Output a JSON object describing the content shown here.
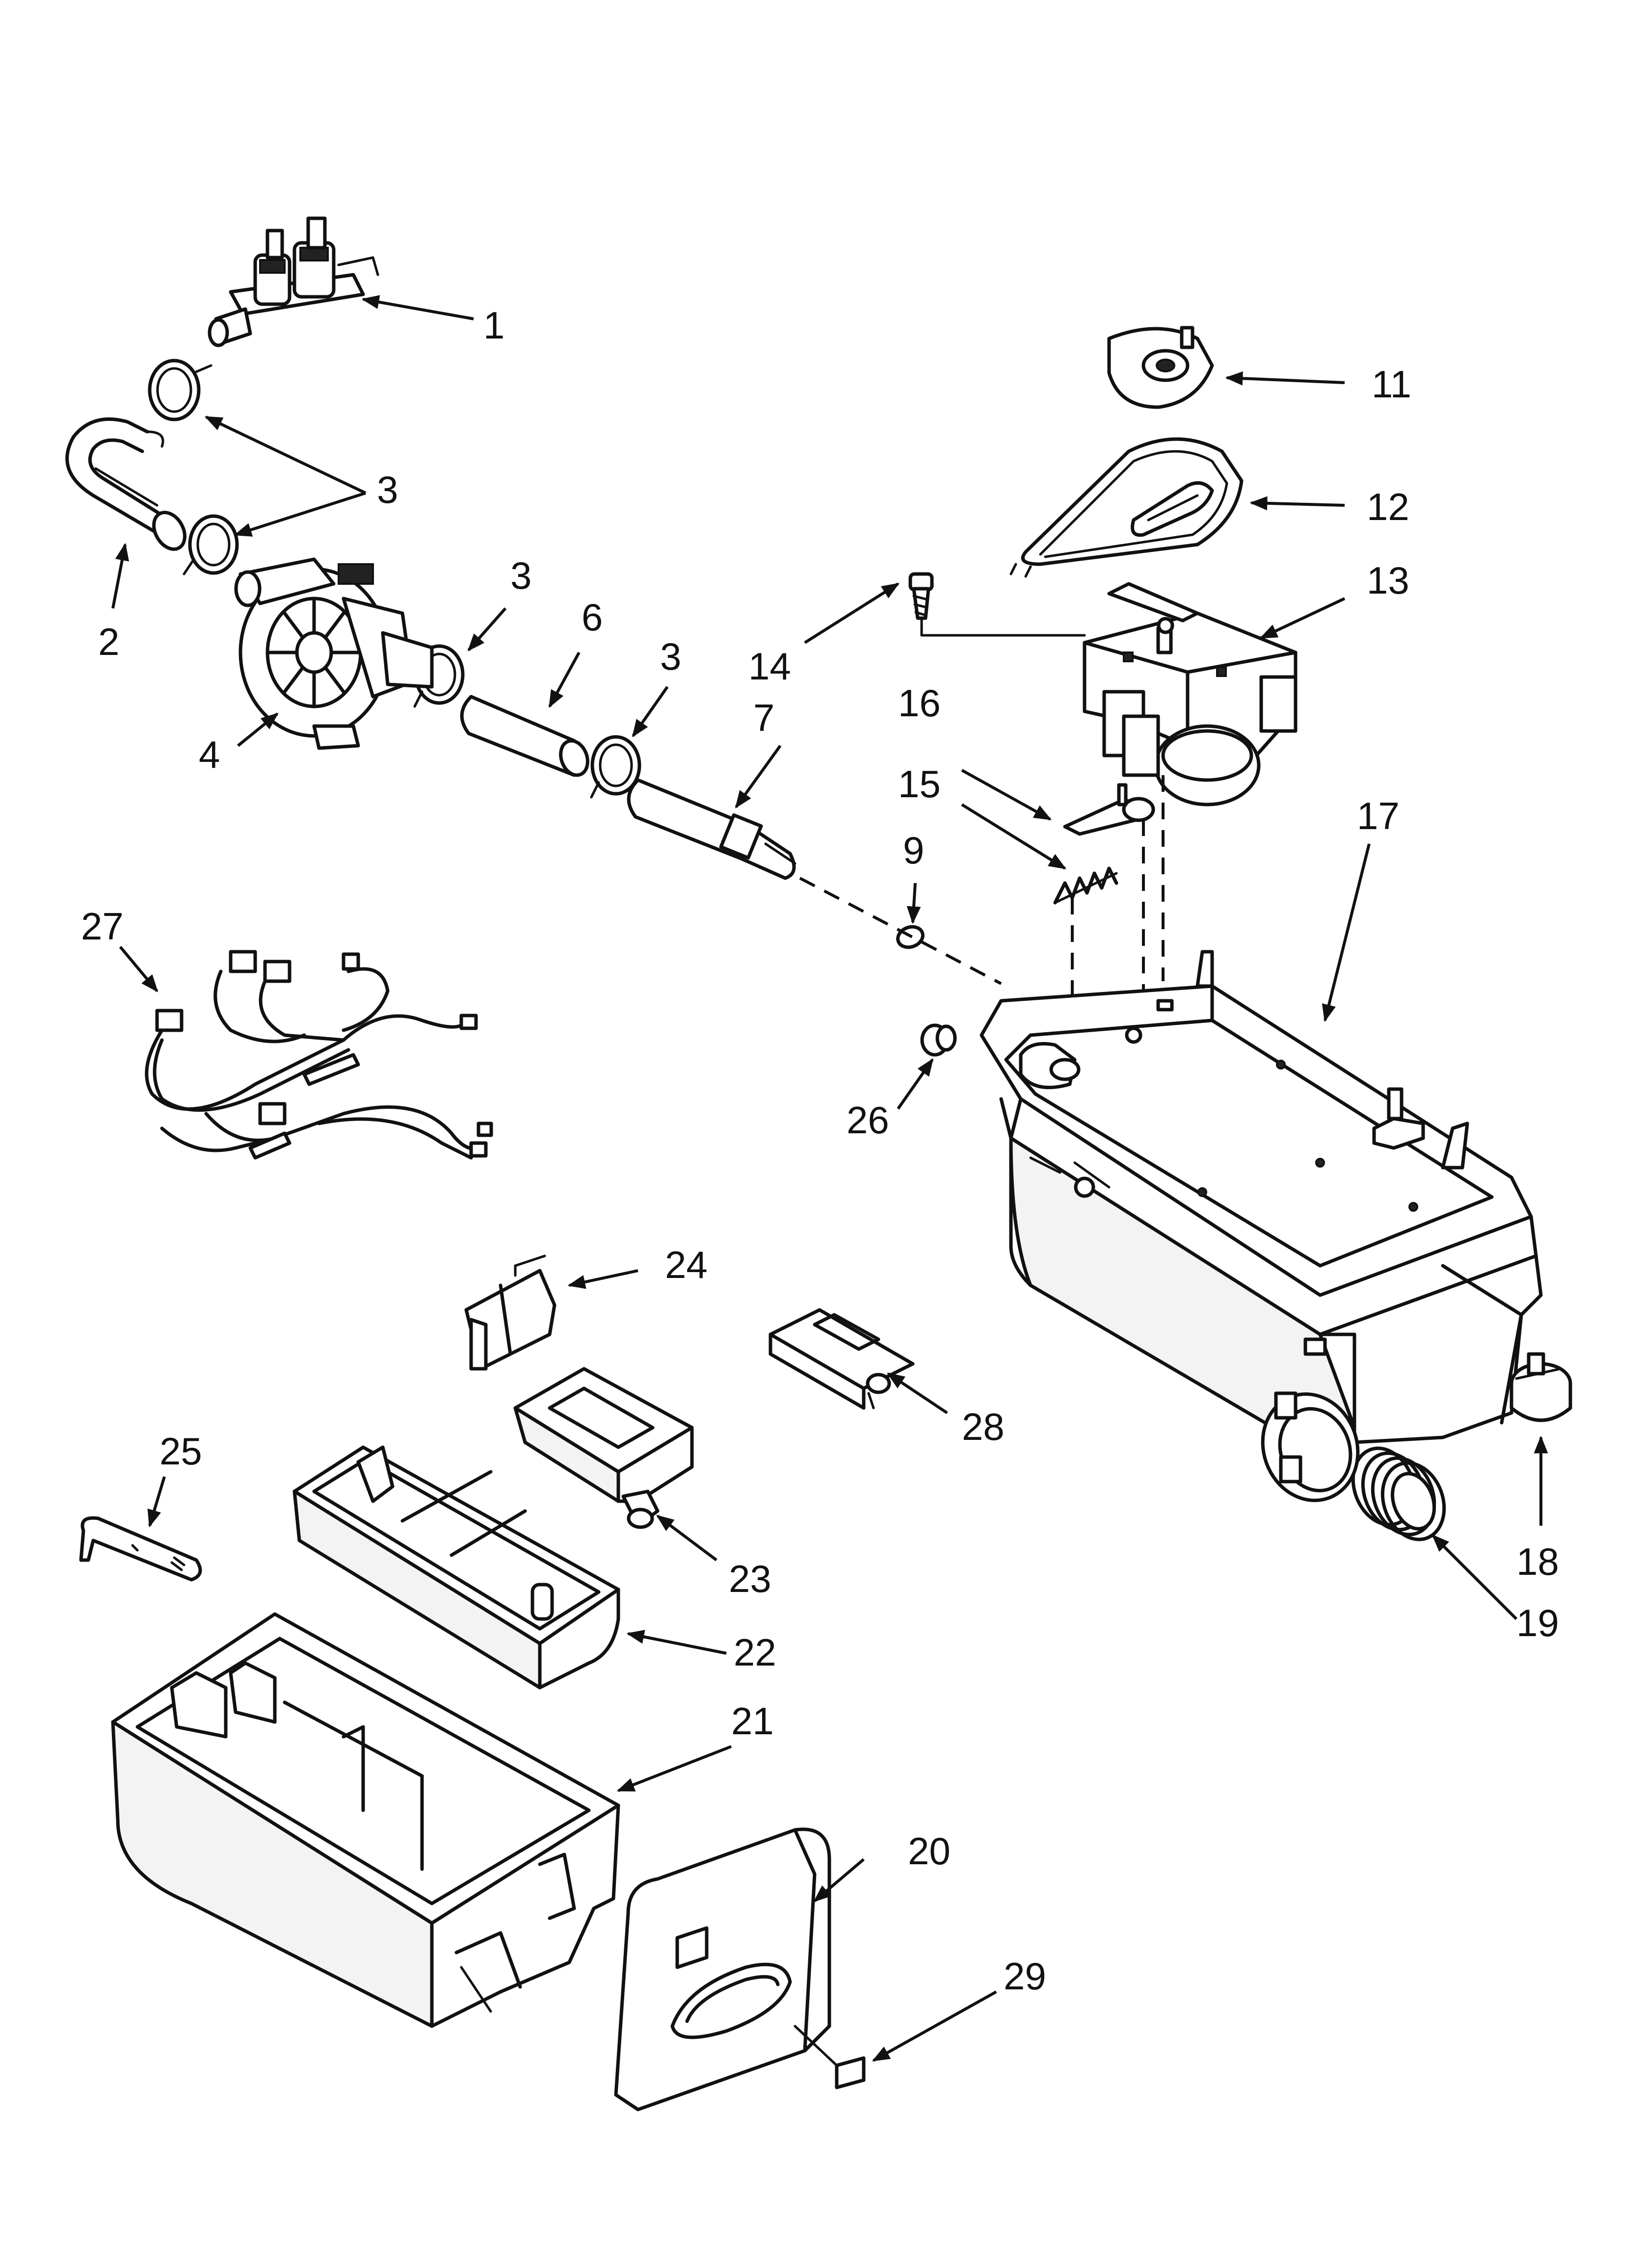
{
  "callouts": [
    {
      "id": "c1",
      "text": "1"
    },
    {
      "id": "c2",
      "text": "2"
    },
    {
      "id": "c3a",
      "text": "3"
    },
    {
      "id": "c3b",
      "text": "3"
    },
    {
      "id": "c3c",
      "text": "3"
    },
    {
      "id": "c4",
      "text": "4"
    },
    {
      "id": "c6",
      "text": "6"
    },
    {
      "id": "c7",
      "text": "7"
    },
    {
      "id": "c9",
      "text": "9"
    },
    {
      "id": "c11",
      "text": "11"
    },
    {
      "id": "c12",
      "text": "12"
    },
    {
      "id": "c13",
      "text": "13"
    },
    {
      "id": "c14",
      "text": "14"
    },
    {
      "id": "c15",
      "text": "15"
    },
    {
      "id": "c16",
      "text": "16"
    },
    {
      "id": "c17",
      "text": "17"
    },
    {
      "id": "c18",
      "text": "18"
    },
    {
      "id": "c19",
      "text": "19"
    },
    {
      "id": "c20",
      "text": "20"
    },
    {
      "id": "c21",
      "text": "21"
    },
    {
      "id": "c22",
      "text": "22"
    },
    {
      "id": "c23",
      "text": "23"
    },
    {
      "id": "c24",
      "text": "24"
    },
    {
      "id": "c25",
      "text": "25"
    },
    {
      "id": "c26",
      "text": "26"
    },
    {
      "id": "c27",
      "text": "27"
    },
    {
      "id": "c28",
      "text": "28"
    },
    {
      "id": "c29",
      "text": "29"
    }
  ]
}
